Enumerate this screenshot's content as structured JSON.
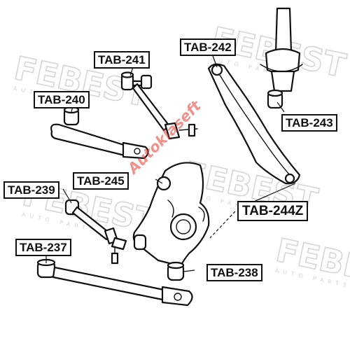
{
  "watermarks": [
    {
      "brand": "FEBEST",
      "tagline": "AUTO PARTS"
    },
    {
      "brand": "FEBEST",
      "tagline": "AUTO PARTS"
    },
    {
      "brand": "FEBEST",
      "tagline": "AUTO PARTS"
    },
    {
      "brand": "FEBEST",
      "tagline": "AUTO PARTS"
    },
    {
      "brand": "FEBEST",
      "tagline": "AUTO PARTS"
    }
  ],
  "seller_watermark": "Autoklaseft",
  "parts": {
    "tab240": "TAB-240",
    "tab241": "TAB-241",
    "tab242": "TAB-242",
    "tab243": "TAB-243",
    "tab244z": "TAB-244Z",
    "tab245": "TAB-245",
    "tab239": "TAB-239",
    "tab237": "TAB-237",
    "tab238": "TAB-238"
  }
}
